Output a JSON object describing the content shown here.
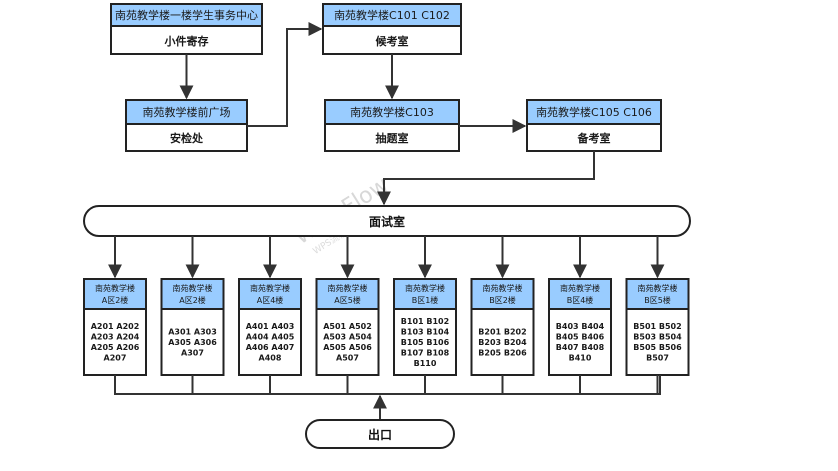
{
  "flow_nodes": {
    "storage": {
      "title": "南苑教学楼一楼学生事务中心",
      "label": "小件寄存"
    },
    "security": {
      "title": "南苑教学楼前广场",
      "label": "安检处"
    },
    "waiting": {
      "title": "南苑教学楼C101  C102",
      "label": "候考室"
    },
    "draw": {
      "title": "南苑教学楼C103",
      "label": "抽题室"
    },
    "prep": {
      "title": "南苑教学楼C105 C106",
      "label": "备考室"
    }
  },
  "interview": {
    "label": "面试室"
  },
  "exit": {
    "label": "出口"
  },
  "rooms": [
    {
      "title1": "南苑教学楼",
      "title2": "A区2楼",
      "lines": [
        "A201 A202",
        "A203 A204",
        "A205 A206",
        "A207"
      ]
    },
    {
      "title1": "南苑教学楼",
      "title2": "A区2楼",
      "lines": [
        "A301 A303",
        "A305 A306",
        "A307"
      ]
    },
    {
      "title1": "南苑教学楼",
      "title2": "A区4楼",
      "lines": [
        "A401 A403",
        "A404 A405",
        "A406 A407",
        "A408"
      ]
    },
    {
      "title1": "南苑教学楼",
      "title2": "A区5楼",
      "lines": [
        "A501 A502",
        "A503 A504",
        "A505 A506",
        "A507"
      ]
    },
    {
      "title1": "南苑教学楼",
      "title2": "B区1楼",
      "lines": [
        "B101 B102",
        "B103 B104",
        "B105 B106",
        "B107 B108",
        "B110"
      ]
    },
    {
      "title1": "南苑教学楼",
      "title2": "B区2楼",
      "lines": [
        "B201 B202",
        "B203 B204",
        "B205 B206"
      ]
    },
    {
      "title1": "南苑教学楼",
      "title2": "B区4楼",
      "lines": [
        "B403 B404",
        "B405 B406",
        "B407 B408",
        "B410"
      ]
    },
    {
      "title1": "南苑教学楼",
      "title2": "B区5楼",
      "lines": [
        "B501 B502",
        "B503 B504",
        "B505 B506",
        "B507"
      ]
    }
  ],
  "watermark": {
    "text": "WPS Flow",
    "subtext": "WPS流程图 官方助力"
  },
  "colors": {
    "header": "#99ccff",
    "border": "#222222",
    "line": "#333333",
    "body": "#ffffff"
  }
}
